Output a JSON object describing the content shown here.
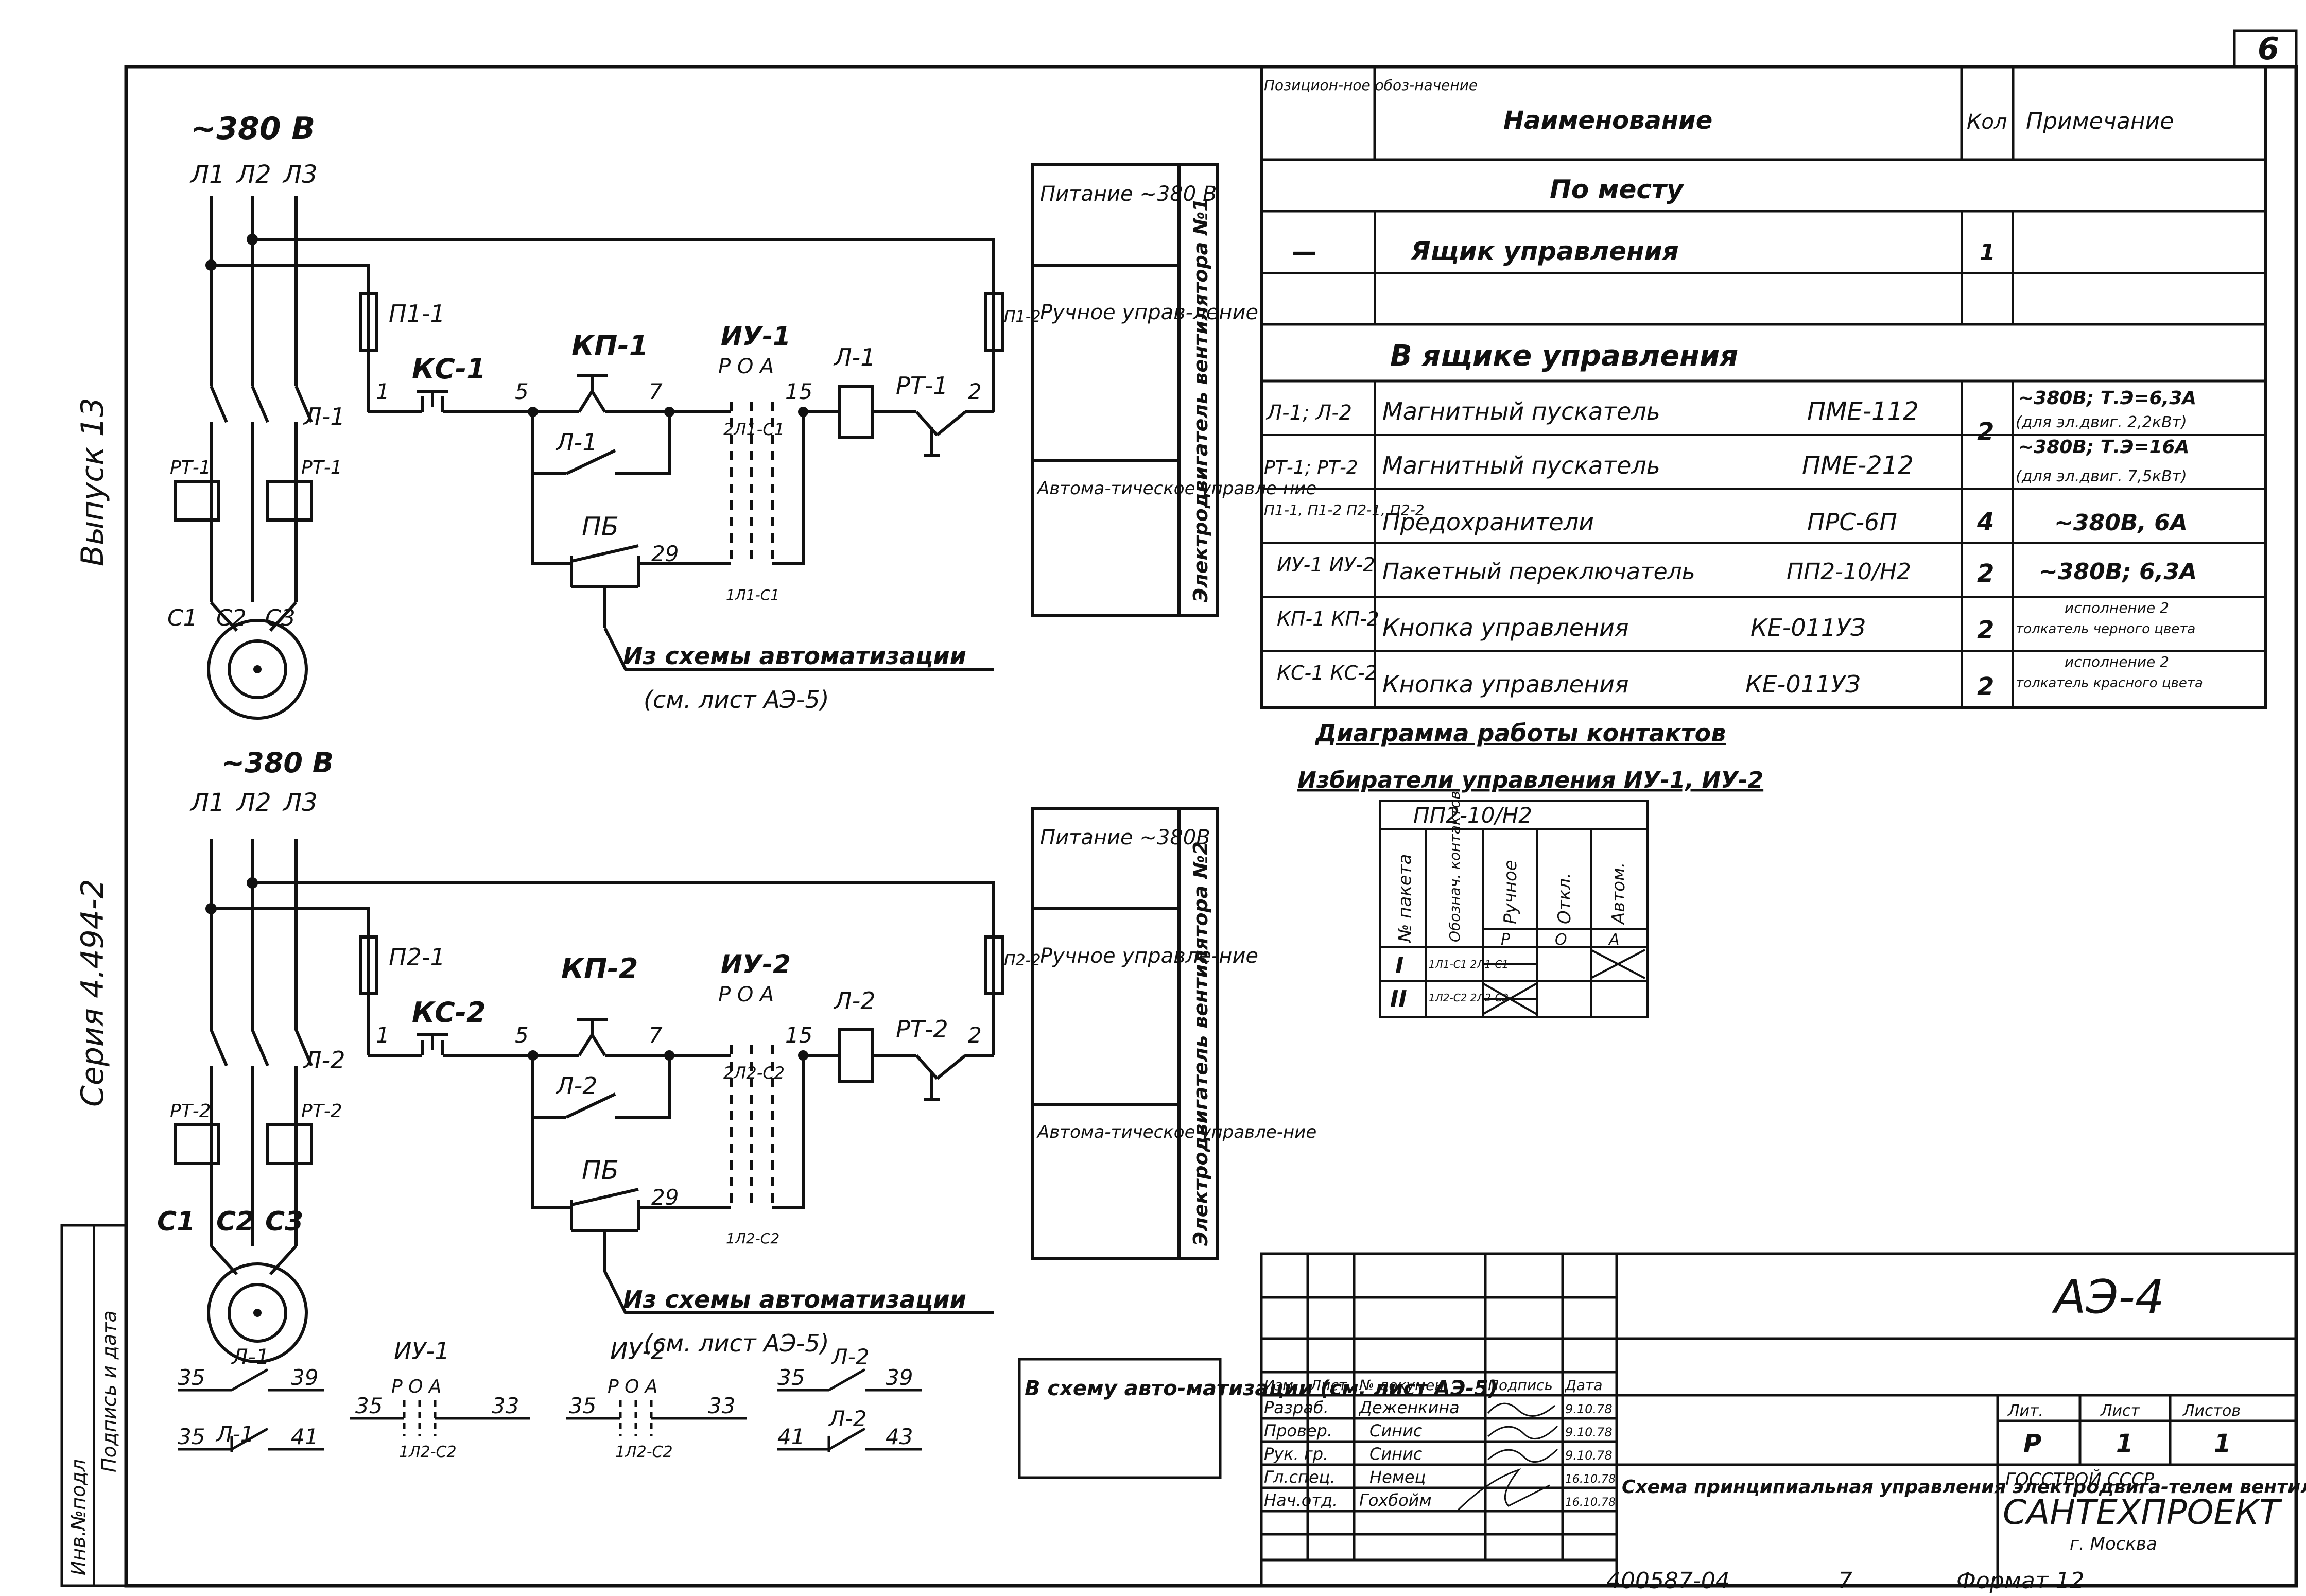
{
  "page_number": "6",
  "series_side": "Серия  4.494-2",
  "issue_side": "Выпуск 13",
  "stamp_side": {
    "col1": "Инв.№подл",
    "col2": "Подпись и дата"
  },
  "circuit1": {
    "voltage": "~380 В",
    "phases": [
      "Л1",
      "Л2",
      "Л3"
    ],
    "motor_terminals": [
      "С1",
      "С2",
      "С3"
    ],
    "labels": {
      "p_left": "П1-1",
      "p_right": "П1-2",
      "ks": "КС-1",
      "kp": "КП-1",
      "iu": "ИУ-1",
      "iu_poa": "Р О А",
      "iu_contacts": "2Л1-С1",
      "iu_bottom": "1Л1-С1",
      "coil": "Л-1",
      "rt": "РТ-1",
      "contactor": "Л-1",
      "rt_left": "РТ-1",
      "rt_right": "РТ-1",
      "pb": "ПБ"
    },
    "nodes": {
      "n1": "1",
      "n5": "5",
      "n7": "7",
      "n15": "15",
      "n2": "2",
      "n29": "29"
    },
    "note_line1": "Из схемы автоматизации",
    "note_line2": "(см. лист АЭ-5)",
    "side_panel": {
      "power": "Питание ~380 В",
      "manual": "Ручное управ-ление",
      "auto": "Автома-тическое управле-ние",
      "vertical": "Электродвигатель вентилятора №1"
    }
  },
  "circuit2": {
    "voltage": "~380 В",
    "phases": [
      "Л1",
      "Л2",
      "Л3"
    ],
    "motor_terminals": [
      "С1",
      "С2",
      "С3"
    ],
    "labels": {
      "p_left": "П2-1",
      "p_right": "П2-2",
      "ks": "КС-2",
      "kp": "КП-2",
      "iu": "ИУ-2",
      "iu_poa": "Р О А",
      "iu_contacts": "2Л2-С2",
      "iu_bottom": "1Л2-С2",
      "coil": "Л-2",
      "rt": "РТ-2",
      "contactor": "Л-2",
      "rt_left": "РТ-2",
      "rt_right": "РТ-2",
      "pb": "ПБ"
    },
    "nodes": {
      "n1": "1",
      "n5": "5",
      "n7": "7",
      "n15": "15",
      "n2": "2",
      "n29": "29"
    },
    "note_line1": "Из схемы автоматизации",
    "note_line2": "(см. лист АЭ-5)",
    "side_panel": {
      "power": "Питание ~380В",
      "manual": "Ручное управле-ние",
      "auto": "Автома-тическое управле-ние",
      "vertical": "Электродвигатель вентилятора №2"
    }
  },
  "aux": {
    "l1_a": "35",
    "l1_b": "39",
    "l1_name": "Л-1",
    "l2_a": "35",
    "l2_b": "41",
    "l2_name": "Л-1",
    "iu1_name": "ИУ-1",
    "iu1_poa": "Р О А",
    "iu1_l": "35",
    "iu1_r": "33",
    "iu1_c": "1Л2-С2",
    "iu2_name": "ИУ-2",
    "iu2_poa": "Р О А",
    "iu2_l": "35",
    "iu2_r": "33",
    "iu2_c": "1Л2-С2",
    "r1_a": "35",
    "r1_b": "39",
    "r1_name": "Л-2",
    "r2_a": "41",
    "r2_b": "43",
    "r2_name": "Л-2",
    "box": "В схему авто-матизации (см. лист АЭ-5)"
  },
  "spec_table": {
    "headers": [
      "Позицион-ное обоз-начение",
      "Наименование",
      "Кол",
      "Примечание"
    ],
    "section_1": "По месту",
    "row_box": {
      "pos": "—",
      "name": "Ящик управления",
      "qty": "1",
      "note": ""
    },
    "section_2": "В ящике управления",
    "rows": [
      {
        "pos": "Л-1; Л-2",
        "name": "Магнитный пускатель",
        "type": "ПМЕ-112",
        "qty": "2",
        "note1": "~380В; Т.Э=6,3А",
        "note2": "(для эл.двиг. 2,2кВт)"
      },
      {
        "pos": "РТ-1; РТ-2",
        "name": "Магнитный пускатель",
        "type": "ПМЕ-212",
        "qty": "2",
        "note1": "~380В; Т.Э=16А",
        "note2": "(для эл.двиг. 7,5кВт)"
      },
      {
        "pos": "П1-1, П1-2 П2-1, П2-2",
        "name": "Предохранители",
        "type": "ПРС-6П",
        "qty": "4",
        "note1": "~380В, 6А",
        "note2": ""
      },
      {
        "pos": "ИУ-1 ИУ-2",
        "name": "Пакетный переключатель",
        "type": "ПП2-10/Н2",
        "qty": "2",
        "note1": "~380В; 6,3А",
        "note2": ""
      },
      {
        "pos": "КП-1 КП-2",
        "name": "Кнопка управления",
        "type": "КЕ-011УЗ",
        "qty": "2",
        "note1": "исполнение 2",
        "note2": "толкатель черного цвета"
      },
      {
        "pos": "КС-1 КС-2",
        "name": "Кнопка управления",
        "type": "КЕ-011УЗ",
        "qty": "2",
        "note1": "исполнение 2",
        "note2": "толкатель красного цвета"
      }
    ]
  },
  "contact_diagram": {
    "title": "Диаграмма работы контактов",
    "subtitle": "Избиратели управления ИУ-1, ИУ-2",
    "table_title": "ПП2-10/Н2",
    "col_headers": [
      "№ пакета",
      "Обознач. контактов",
      "Ручное",
      "Откл.",
      "Автом."
    ],
    "col_letters": [
      "Р",
      "О",
      "А"
    ],
    "rows": [
      {
        "pack": "I",
        "contacts": "1Л1-С1 2Л1-С1"
      },
      {
        "pack": "II",
        "contacts": "1Л2-С2 2Л2-С2"
      }
    ]
  },
  "title_block": {
    "code": "АЭ-4",
    "rev_headers": [
      "Изм",
      "Лист",
      "№ докумен.",
      "Подпись",
      "Дата"
    ],
    "staff": [
      {
        "role": "Разраб.",
        "name": "Деженкина",
        "date": "9.10.78"
      },
      {
        "role": "Провер.",
        "name": "Синис",
        "date": "9.10.78"
      },
      {
        "role": "Рук. гр.",
        "name": "Синис",
        "date": "9.10.78"
      },
      {
        "role": "Гл.спец.",
        "name": "Немец",
        "date": "16.10.78"
      },
      {
        "role": "Нач.отд.",
        "name": "Гохбойм",
        "date": "16.10.78"
      }
    ],
    "stage_headers": [
      "Лит.",
      "Лист",
      "Листов"
    ],
    "stage_values": [
      "Р",
      "1",
      "1"
    ],
    "sheet_title": "Схема принципиальная управления электродвига-телем вентилятора",
    "org1": "ГОССТРОЙ    СССР",
    "org2": "САНТЕХПРОЕКТ",
    "org3": "г. Москва"
  },
  "footer": {
    "inventory": "400587-04",
    "copy": "7",
    "format": "Формат 12"
  }
}
